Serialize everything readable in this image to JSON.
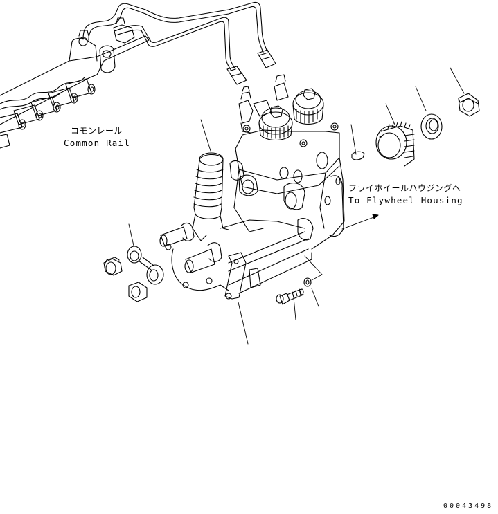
{
  "diagram": {
    "type": "exploded-parts-view",
    "subject": "Fuel supply pump assembly",
    "labels": {
      "common_rail": {
        "jp": "コモンレール",
        "en": "Common Rail"
      },
      "flywheel_housing": {
        "jp": "フライホイールハウジングへ",
        "en": "To Flywheel Housing"
      }
    },
    "drawing_number": "00043498",
    "colors": {
      "line": "#000000",
      "background": "#ffffff"
    },
    "parts": [
      {
        "id": "fuel-pipes",
        "name": "High pressure fuel pipes"
      },
      {
        "id": "common-rail",
        "name": "Common rail"
      },
      {
        "id": "supply-pump",
        "name": "Supply pump"
      },
      {
        "id": "key",
        "name": "Woodruff key"
      },
      {
        "id": "gear",
        "name": "Drive gear"
      },
      {
        "id": "washer",
        "name": "Washer"
      },
      {
        "id": "nut",
        "name": "Nut"
      },
      {
        "id": "joint-bolt",
        "name": "Joint bolt"
      },
      {
        "id": "eye-joint",
        "name": "Eye joint"
      },
      {
        "id": "gasket-nut",
        "name": "Nut"
      },
      {
        "id": "bracket",
        "name": "Bracket"
      },
      {
        "id": "bolt",
        "name": "Bolt"
      },
      {
        "id": "lock-washer",
        "name": "Washer"
      }
    ]
  }
}
